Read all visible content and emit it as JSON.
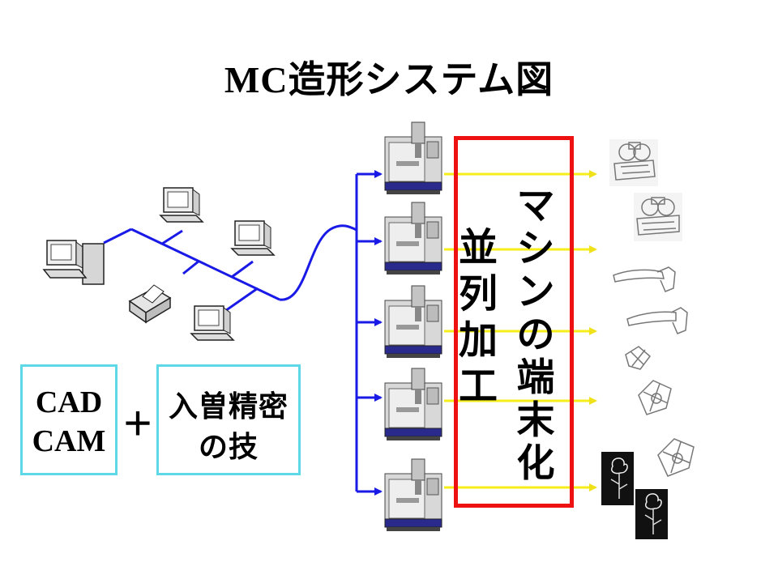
{
  "title": "MC造形システム図",
  "cadcam": {
    "line1": "CAD",
    "line2": "CAM"
  },
  "plus": "+",
  "skill": {
    "line1": "入曽精密",
    "line2": "の技"
  },
  "parallel_label": "並列加工",
  "terminal_label": "マシンの端末化",
  "colors": {
    "network_line": "#1a1ae6",
    "output_arrow": "#f5ee1a",
    "box_border": "#5ed8e6",
    "highlight_border": "#ee1111"
  },
  "machines": [
    {
      "name": "machining-center"
    },
    {
      "name": "machining-center"
    },
    {
      "name": "machining-center"
    },
    {
      "name": "machining-center"
    },
    {
      "name": "machining-center"
    }
  ],
  "outputs": [
    {
      "icon": "mechanical-part-icon"
    },
    {
      "icon": "mechanical-part-icon"
    },
    {
      "icon": "faucet-part-icon"
    },
    {
      "icon": "faucet-part-icon"
    },
    {
      "icon": "sculpture-part-icon"
    },
    {
      "icon": "sculpture-part-icon"
    },
    {
      "icon": "sculpture-part-icon"
    },
    {
      "icon": "rose-sculpture-icon"
    },
    {
      "icon": "rose-sculpture-icon"
    }
  ]
}
